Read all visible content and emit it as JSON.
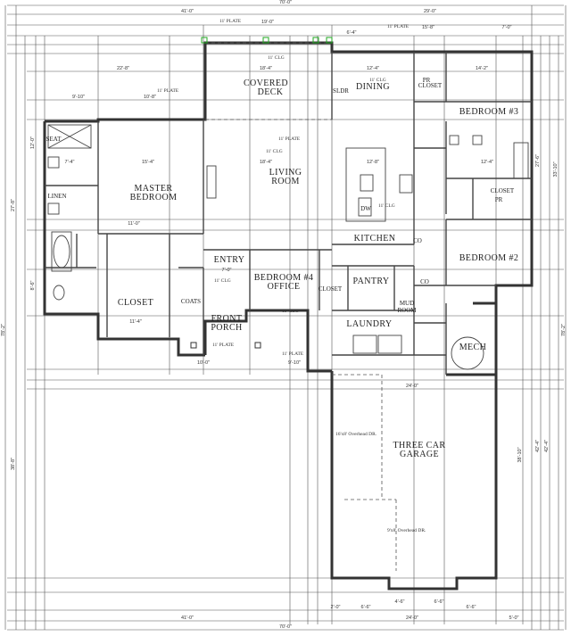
{
  "rooms": {
    "covered_deck_1": "COVERED",
    "covered_deck_2": "DECK",
    "dining": "DINING",
    "sldr": "SLDR",
    "pr_closet_1": "PR",
    "pr_closet_2": "CLOSET",
    "bedroom3": "BEDROOM #3",
    "master_1": "MASTER",
    "master_2": "BEDROOM",
    "living_1": "LIVING",
    "living_2": "ROOM",
    "linen": "LINEN",
    "seat": "SEAT",
    "closet_right": "CLOSET",
    "kitchen": "KITCHEN",
    "bedroom2": "BEDROOM #2",
    "closet_master": "CLOSET",
    "entry": "ENTRY",
    "office_1": "BEDROOM #4",
    "office_2": "OFFICE",
    "pantry": "PANTRY",
    "mud_1": "MUD",
    "mud_2": "ROOM",
    "coats": "COATS",
    "front_porch_1": "FRONT",
    "front_porch_2": "PORCH",
    "laundry": "LAUNDRY",
    "mech": "MECH",
    "garage_1": "THREE CAR",
    "garage_2": "GARAGE",
    "pr_small": "PR",
    "dw": "DW",
    "co": "CO",
    "co2": "CO",
    "closet_small": "CLOSET"
  },
  "notes": {
    "plate": "11' PLATE",
    "clg": "11' CLG",
    "overhead_16": "16'x8' Overhead DR.",
    "overhead_9": "9'x8' Overhead DR."
  },
  "dims_top": {
    "total": "70'-0\"",
    "left": "41'-0\"",
    "right": "29'-0\"",
    "a": "19'-0\"",
    "b": "6'-4\"",
    "c": "15'-8\"",
    "d": "7'-0\"",
    "deck": "22'-8\"",
    "deck2": "18'-4\"",
    "dining_w": "12'-4\"",
    "bed3_w": "14'-2\"",
    "row4_a": "9'-10\"",
    "row4_b": "10'-8\""
  },
  "dims_mid": {
    "m1": "15'-4\"",
    "m2": "18'-4\"",
    "m3": "12'-8\"",
    "m4": "11'-0\"",
    "m5": "7'-4\"",
    "m6": "12'-4\"",
    "m7": "11'-4\"",
    "m8": "9'-10\"",
    "m9": "7'-0\"",
    "m10": "10'-0\"",
    "m11": "24'-0\""
  },
  "dims_bottom": {
    "total": "70'-0\"",
    "left": "41'-0\"",
    "mid": "24'-0\"",
    "right": "5'-0\"",
    "g1": "6'-6\"",
    "g2": "6'-6\"",
    "g3": "4'-6\"",
    "g4": "6'-6\"",
    "g5": "2'-0\""
  },
  "dims_left": {
    "total": "78'-2\"",
    "upper": "27'-8\"",
    "lower": "38'-8\"",
    "a": "12'-0\"",
    "b": "8'-6\""
  },
  "dims_right": {
    "total": "78'-2\"",
    "a": "27'-6\"",
    "b": "33'-10\"",
    "c": "42'-4\"",
    "d": "42'-4\"",
    "e": "38'-10\""
  }
}
